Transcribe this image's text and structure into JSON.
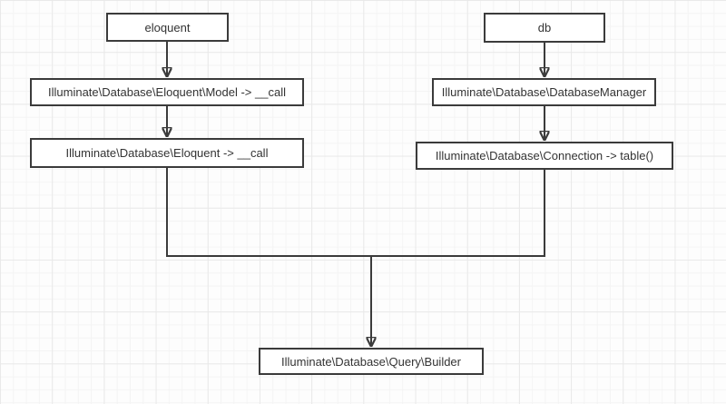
{
  "canvas": {
    "background_color": "#fdfdfd",
    "grid_minor_color": "#f4f4f4",
    "grid_major_color": "#e9e9e9"
  },
  "diagram": {
    "node_fill_color": "#ffffff",
    "node_border_color": "#3b3b3b",
    "text_color": "#333333",
    "line_color": "#3b3b3b",
    "nodes": [
      {
        "id": "eloquent",
        "label": "eloquent"
      },
      {
        "id": "model-call",
        "label": "Illuminate\\Database\\Eloquent\\Model -> __call"
      },
      {
        "id": "eloquent-call",
        "label": "Illuminate\\Database\\Eloquent -> __call"
      },
      {
        "id": "db",
        "label": "db"
      },
      {
        "id": "database-manager",
        "label": "Illuminate\\Database\\DatabaseManager"
      },
      {
        "id": "connection-table",
        "label": "Illuminate\\Database\\Connection -> table()"
      },
      {
        "id": "query-builder",
        "label": "Illuminate\\Database\\Query\\Builder"
      }
    ],
    "edges": [
      {
        "from": "eloquent",
        "to": "model-call"
      },
      {
        "from": "model-call",
        "to": "eloquent-call"
      },
      {
        "from": "db",
        "to": "database-manager"
      },
      {
        "from": "database-manager",
        "to": "connection-table"
      },
      {
        "from": "eloquent-call",
        "to": "query-builder"
      },
      {
        "from": "connection-table",
        "to": "query-builder"
      }
    ]
  }
}
